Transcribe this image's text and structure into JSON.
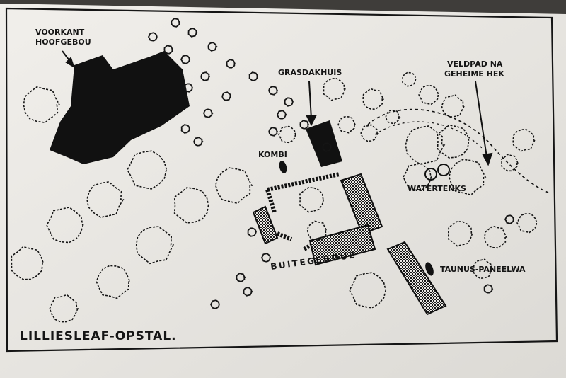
{
  "map": {
    "title": "LILLIESLEAF-OPSTAL.",
    "labels": {
      "main_building_line1": "VOORKANT",
      "main_building_line2": "HOOFGEBOU",
      "thatched_house": "GRASDAKHUIS",
      "kombi": "KOMBI",
      "path_line1": "VELDPAD NA",
      "path_line2": "GEHEIME HEK",
      "water_tanks": "WATERTENKS",
      "outbuildings": "BUITEGEBOUE",
      "taunus": "TAUNUS-PANEELWA"
    },
    "colors": {
      "ink": "#151515",
      "paper": "#ebe9e5",
      "background": "#3f3d3a"
    }
  }
}
